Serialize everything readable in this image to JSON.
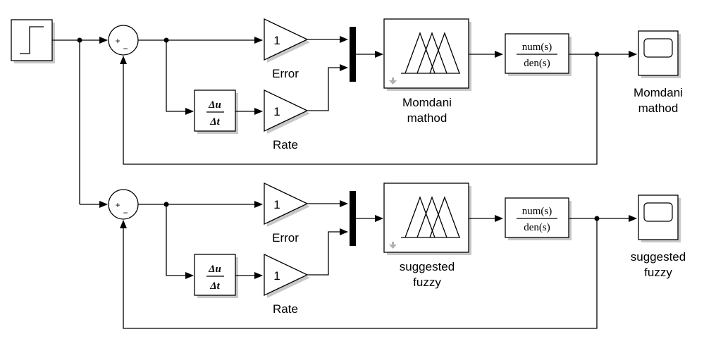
{
  "sum_signs": {
    "plus": "+",
    "minus": "−"
  },
  "gain_value": "1",
  "derivative": {
    "numerator": "Δu",
    "denominator": "Δt"
  },
  "transfer_fcn": {
    "numerator": "num(s)",
    "denominator": "den(s)"
  },
  "rows": [
    {
      "error_label": "Error",
      "rate_label": "Rate",
      "fis_label": [
        "Momdani",
        "mathod"
      ],
      "scope_label": [
        "Momdani",
        "mathod"
      ]
    },
    {
      "error_label": "Error",
      "rate_label": "Rate",
      "fis_label": [
        "suggested",
        "fuzzy"
      ],
      "scope_label": [
        "suggested",
        "fuzzy"
      ]
    }
  ]
}
